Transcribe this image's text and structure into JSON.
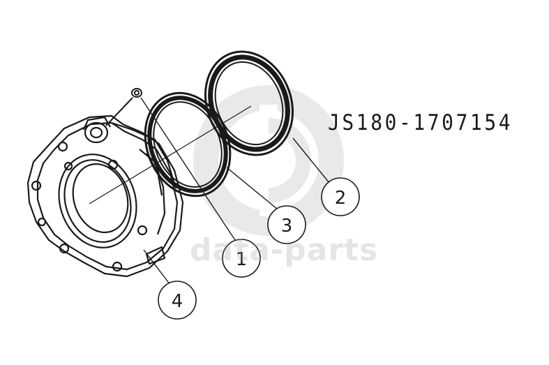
{
  "diagram": {
    "part_code": "JS180-1707154",
    "watermark": "data-parts",
    "callouts": [
      {
        "id": "1",
        "label": "1"
      },
      {
        "id": "2",
        "label": "2"
      },
      {
        "id": "3",
        "label": "3"
      },
      {
        "id": "4",
        "label": "4"
      }
    ],
    "colors": {
      "line": "#1a1a1a",
      "watermark": "#a0a0a0"
    }
  }
}
